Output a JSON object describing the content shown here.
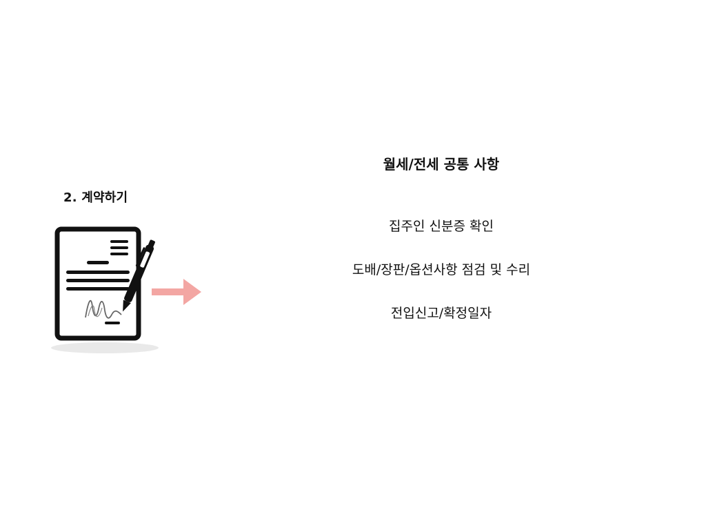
{
  "section": {
    "label": "2. 계약하기"
  },
  "content": {
    "title": "월세/전세 공통 사항",
    "items": [
      "집주인 신분증 확인",
      "도배/장판/옵션사항 점검 및 수리",
      "전입신고/확정일자"
    ]
  },
  "icons": {
    "document": "signed-contract-icon",
    "arrow": "arrow-right-icon"
  },
  "colors": {
    "arrow": "#f3a6a3",
    "text": "#111111",
    "background": "#ffffff"
  }
}
